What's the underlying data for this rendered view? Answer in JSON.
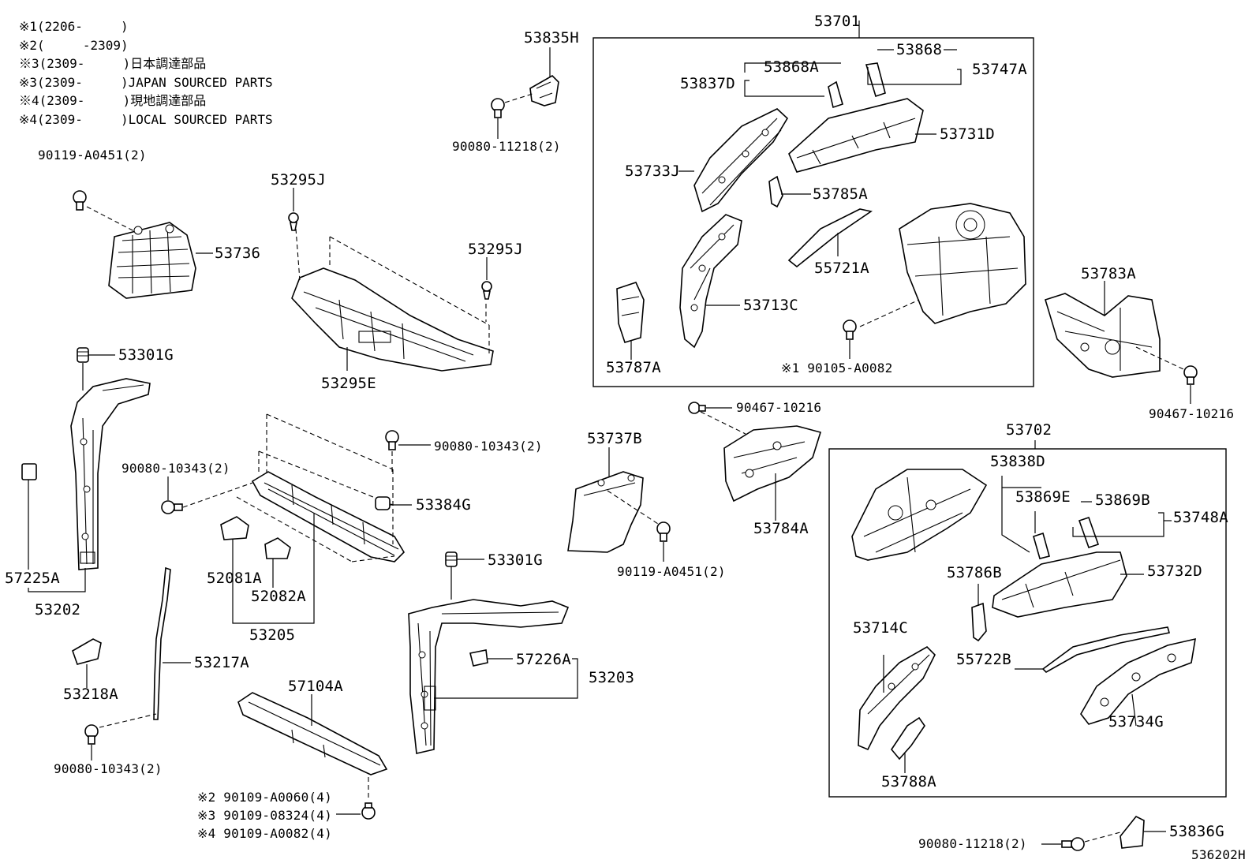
{
  "notes": [
    "※1(2206-     )",
    "※2(     -2309)",
    "※3(2309-     )日本調達部品",
    "※3(2309-     )JAPAN SOURCED PARTS",
    "※4(2309-     )現地調達部品",
    "※4(2309-     )LOCAL SOURCED PARTS"
  ],
  "labels": {
    "l53835H": "53835H",
    "l90080_11218_a": "90080-11218(2)",
    "l53701": "53701",
    "l53868": "53868",
    "l53868A": "53868A",
    "l53837D": "53837D",
    "l53747A": "53747A",
    "l53731D": "53731D",
    "l53733J": "53733J",
    "l53785A": "53785A",
    "l55721A": "55721A",
    "l53713C": "53713C",
    "l53787A": "53787A",
    "l90105": "※1 90105-A0082",
    "l90119_a": "90119-A0451(2)",
    "l53736": "53736",
    "l53295J_a": "53295J",
    "l53295J_b": "53295J",
    "l53295E": "53295E",
    "l53301G_a": "53301G",
    "l57225A": "57225A",
    "l53202": "53202",
    "l90080_10343_a": "90080-10343(2)",
    "l90080_10343_b": "90080-10343(2)",
    "l53384G": "53384G",
    "l52081A": "52081A",
    "l52082A": "52082A",
    "l53205": "53205",
    "l53218A": "53218A",
    "l53217A": "53217A",
    "l90080_10343_c": "90080-10343(2)",
    "l57104A": "57104A",
    "l90109_a": "※2 90109-A0060(4)",
    "l90109_b": "※3 90109-08324(4)",
    "l90109_c": "※4 90109-A0082(4)",
    "l53737B": "53737B",
    "l90119_b": "90119-A0451(2)",
    "l53301G_b": "53301G",
    "l57226A": "57226A",
    "l53203": "53203",
    "l90467_a": "90467-10216",
    "l53784A": "53784A",
    "l53783A": "53783A",
    "l90467_b": "90467-10216",
    "l53702": "53702",
    "l53838D": "53838D",
    "l53869E": "53869E",
    "l53869B": "53869B",
    "l53748A": "53748A",
    "l53786B": "53786B",
    "l53732D": "53732D",
    "l53714C": "53714C",
    "l55722B": "55722B",
    "l53734G": "53734G",
    "l53788A": "53788A",
    "l90080_11218_b": "90080-11218(2)",
    "l53836G": "53836G",
    "l536202H": "536202H"
  }
}
